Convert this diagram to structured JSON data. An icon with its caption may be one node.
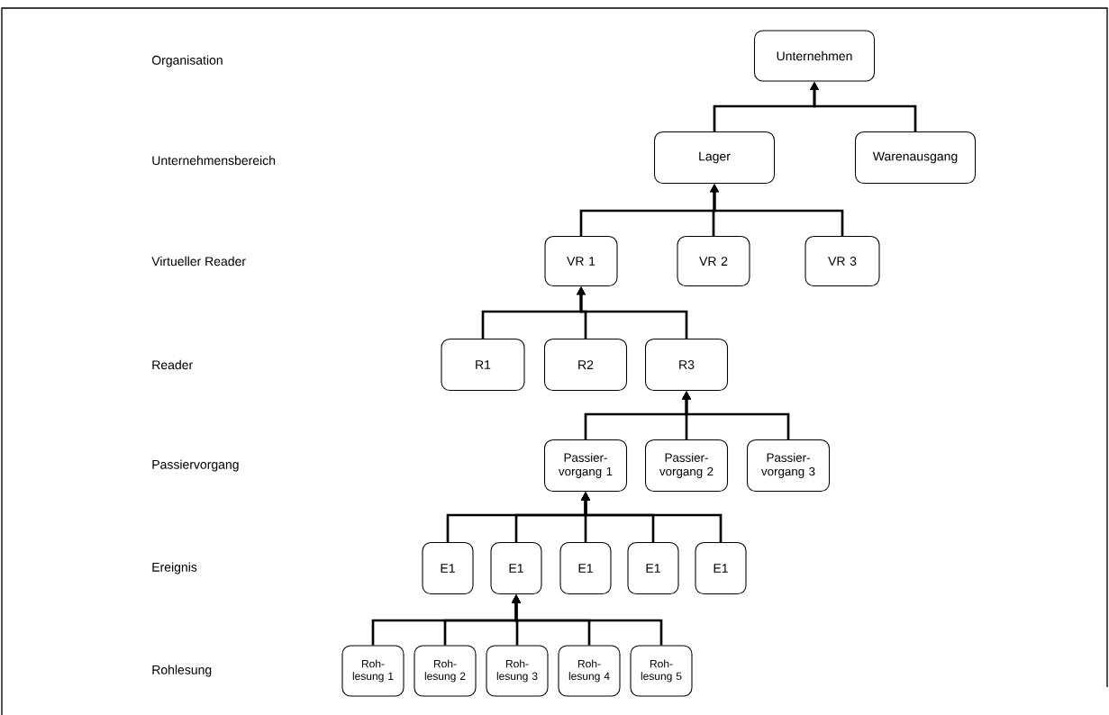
{
  "diagram": {
    "nodes": [
      {
        "text": [
          "Unternehmen"
        ]
      },
      {
        "text": [
          "Lager"
        ]
      },
      {
        "text": [
          "Warenausgang"
        ]
      },
      {
        "text": [
          "VR 1"
        ]
      },
      {
        "text": [
          "VR 2"
        ]
      },
      {
        "text": [
          "VR 3"
        ]
      },
      {
        "text": [
          "R1"
        ]
      },
      {
        "text": [
          "R2"
        ]
      },
      {
        "text": [
          "R3"
        ]
      },
      {
        "text": [
          "Passier- vorgang 1"
        ]
      },
      {
        "text": [
          "Passier- vorgang 2"
        ]
      },
      {
        "text": [
          "Passier- vorgang 3"
        ]
      },
      {
        "text": [
          "E1"
        ]
      },
      {
        "text": [
          "E1"
        ]
      },
      {
        "text": [
          "E1"
        ]
      },
      {
        "text": [
          "E1"
        ]
      },
      {
        "text": [
          "E1"
        ]
      },
      {
        "text": [
          "Roh- lesung 1"
        ]
      },
      {
        "text": [
          "Roh- lesung 2"
        ]
      },
      {
        "text": [
          "Roh- lesung 3"
        ]
      },
      {
        "text": [
          "Roh- lesung 4"
        ]
      },
      {
        "text": [
          "Roh- lesung 5"
        ]
      }
    ],
    "edges": [
      {
        "from": 1,
        "to": 0,
        "arrow": "to"
      },
      {
        "from": 2,
        "to": 0,
        "arrow": "to"
      },
      {
        "from": 3,
        "to": 1,
        "arrow": "to"
      },
      {
        "from": 4,
        "to": 1,
        "arrow": "to"
      },
      {
        "from": 5,
        "to": 1,
        "arrow": "to"
      },
      {
        "from": 6,
        "to": 3,
        "arrow": "to"
      },
      {
        "from": 7,
        "to": 3,
        "arrow": "to"
      },
      {
        "from": 8,
        "to": 3,
        "arrow": "to"
      },
      {
        "from": 9,
        "to": 8,
        "arrow": "to"
      },
      {
        "from": 10,
        "to": 8,
        "arrow": "to"
      },
      {
        "from": 11,
        "to": 8,
        "arrow": "to"
      },
      {
        "from": 12,
        "to": 9,
        "arrow": "to"
      },
      {
        "from": 13,
        "to": 9,
        "arrow": "to"
      },
      {
        "from": 14,
        "to": 9,
        "arrow": "to"
      },
      {
        "from": 15,
        "to": 9,
        "arrow": "to"
      },
      {
        "from": 16,
        "to": 9,
        "arrow": "to"
      },
      {
        "from": 17,
        "to": 13,
        "arrow": "to"
      },
      {
        "from": 18,
        "to": 13,
        "arrow": "to"
      },
      {
        "from": 19,
        "to": 13,
        "arrow": "to"
      },
      {
        "from": 20,
        "to": 13,
        "arrow": "to"
      },
      {
        "from": 21,
        "to": 13,
        "arrow": "to"
      }
    ],
    "labels": [
      "Organisation",
      "Unternehmensbereich",
      "Virtueller Reader",
      "Reader",
      "Passiervorgang",
      "Ereignis",
      "Rohlesung"
    ]
  }
}
